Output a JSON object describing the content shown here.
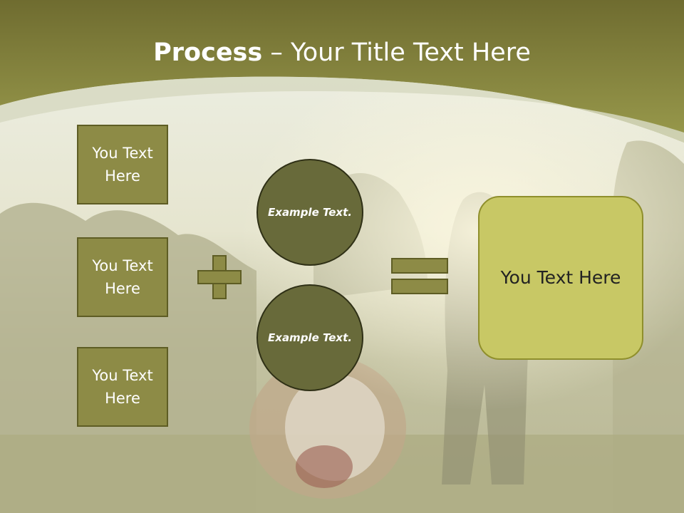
{
  "slide": {
    "title_bold": "Process",
    "title_rest": " – Your Title Text Here",
    "left_boxes": [
      "You Text Here",
      "You Text Here",
      "You Text Here"
    ],
    "circles": [
      "Example Text.",
      "Example Text."
    ],
    "result": "You Text Here"
  },
  "colors": {
    "header_green": "#8d8b46",
    "box_fill": "#8d8b46",
    "circle_fill": "#686a3a",
    "result_fill": "#c8c865"
  }
}
